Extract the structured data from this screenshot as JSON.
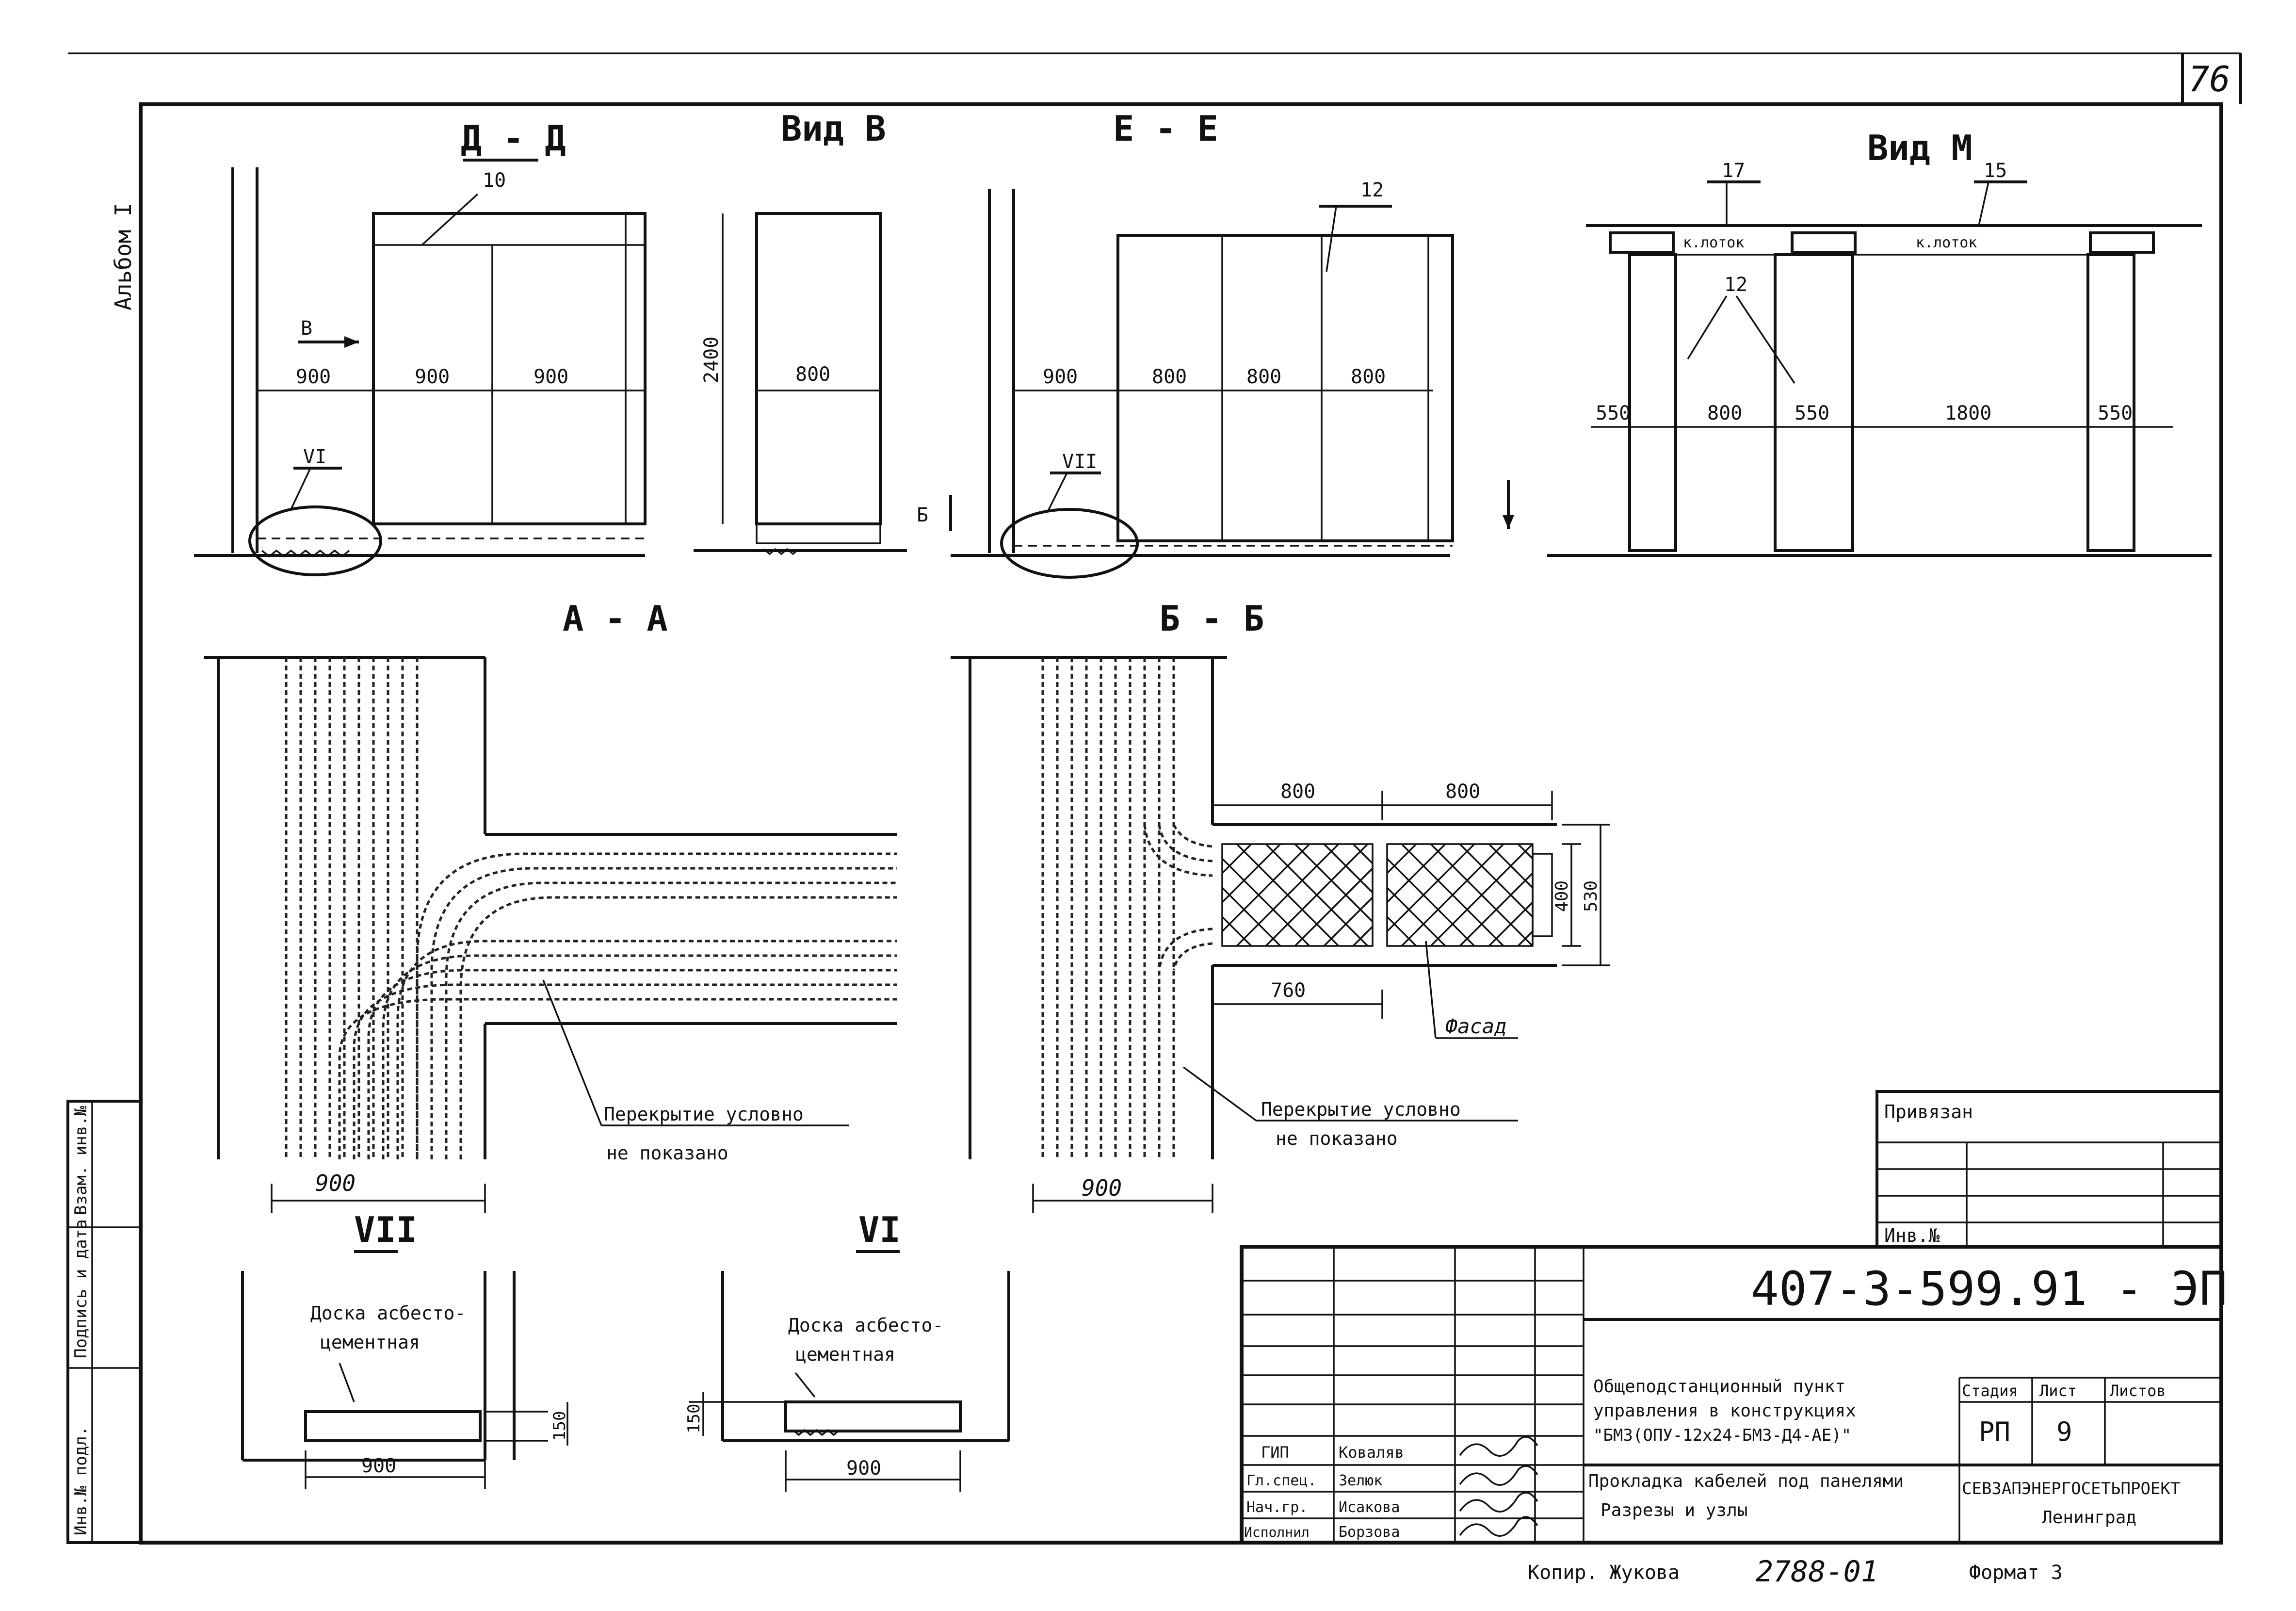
{
  "sheet": {
    "page_number": "76",
    "album": "Альбом I"
  },
  "views": {
    "dd": {
      "title": "Д - Д",
      "mark": "10",
      "dims": [
        "900",
        "900",
        "900"
      ],
      "node": "VI",
      "arrow_label": "В"
    },
    "vid_v": {
      "title": "Вид В",
      "height": "2400",
      "dim": "800"
    },
    "ee": {
      "title": "Е - Е",
      "mark": "12",
      "dims": [
        "900",
        "800",
        "800",
        "800"
      ],
      "node": "VII",
      "cut_label": "Б"
    },
    "vid_m": {
      "title": "Вид М",
      "marks": [
        "17",
        "15",
        "12"
      ],
      "tray1": "к.лоток",
      "tray2": "к.лоток",
      "dims": [
        "550",
        "800",
        "550",
        "1800",
        "550"
      ]
    },
    "aa": {
      "title": "А - А",
      "width": "900",
      "note_line1": "Перекрытие условно",
      "note_line2": "не показано"
    },
    "bb": {
      "title": "Б - Б",
      "width": "900",
      "dim_top1": "800",
      "dim_top2": "800",
      "dim_bottom": "760",
      "dim_v1": "400",
      "dim_v2": "530",
      "facade": "Фасад",
      "note_line1": "Перекрытие условно",
      "note_line2": "не показано"
    },
    "node7": {
      "title": "VII",
      "label_line1": "Доска асбесто-",
      "label_line2": "цементная",
      "dim_h": "150",
      "dim_w": "900"
    },
    "node6": {
      "title": "VI",
      "label_line1": "Доска асбесто-",
      "label_line2": "цементная",
      "dim_h": "150",
      "dim_w": "900"
    }
  },
  "stamp": {
    "privyazan": "Привязан",
    "inv_no": "Инв.№",
    "code": "407-3-599.91 - ЭП",
    "desc_line1": "Общеподстанционный пункт",
    "desc_line2": "управления в конструкциях",
    "desc_line3": "\"БМЗ(ОПУ-12х24-БМЗ-Д4-АЕ)\"",
    "sheet_title_line1": "Прокладка кабелей под панелями",
    "sheet_title_line2": "Разрезы и узлы",
    "stage_label": "Стадия",
    "sheet_label": "Лист",
    "sheets_label": "Листов",
    "stage": "РП",
    "sheet_no": "9",
    "org_line1": "СЕВЗАПЭНЕРГОСЕТЬПРОЕКТ",
    "org_line2": "Ленинград",
    "staff": [
      {
        "role": "ГИП",
        "name": "Коваляв"
      },
      {
        "role": "Гл.спец.",
        "name": "Зелюк"
      },
      {
        "role": "Нач.гр.",
        "name": "Исакова"
      },
      {
        "role": "Исполнил",
        "name": "Борзова"
      }
    ]
  },
  "side": {
    "inv_orig": "Инв.№ подл.",
    "sign_date": "Подпись и дата",
    "vzam": "Взам. инв.№"
  },
  "footer": {
    "copied": "Копир. Жукова",
    "number": "2788-01",
    "format": "Формат 3"
  }
}
